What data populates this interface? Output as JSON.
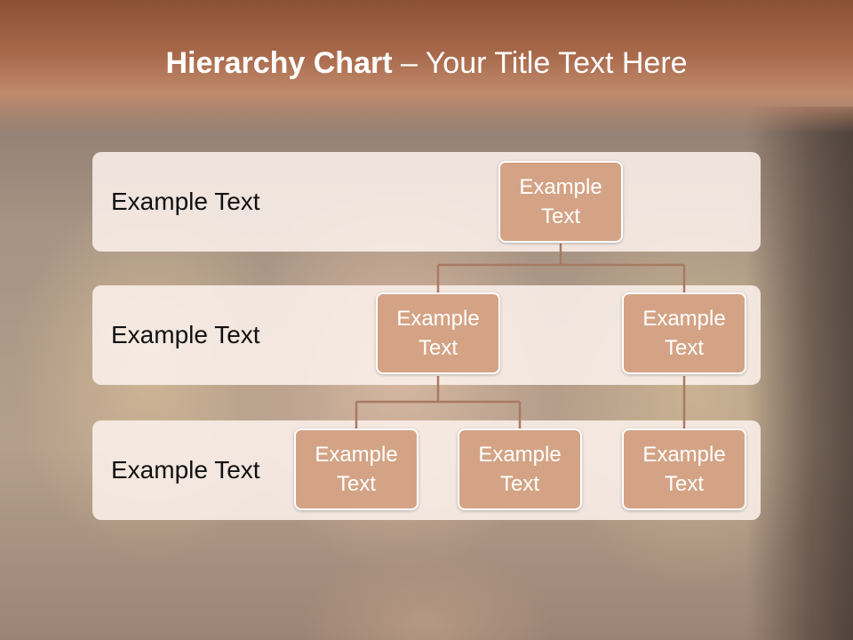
{
  "slide": {
    "title_bold": "Hierarchy Chart",
    "title_rest": " – Your Title Text Here"
  },
  "levels": [
    {
      "label": "Example Text"
    },
    {
      "label": "Example Text"
    },
    {
      "label": "Example Text"
    }
  ],
  "nodes": {
    "root": "Example Text",
    "child_left": "Example Text",
    "child_right": "Example Text",
    "grandchild_1": "Example Text",
    "grandchild_2": "Example Text",
    "grandchild_3": "Example Text"
  },
  "colors": {
    "header": "#a8684a",
    "node_fill": "#d4a385",
    "connector": "#a87a62"
  }
}
